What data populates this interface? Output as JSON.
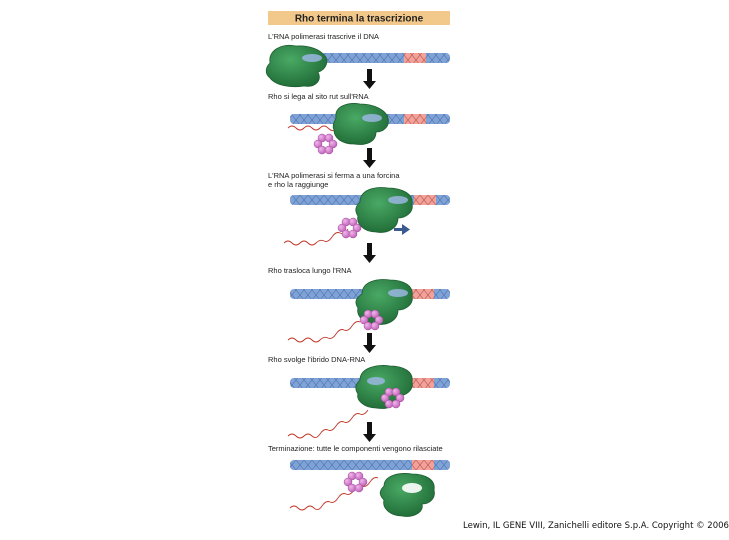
{
  "title": "Rho termina la trascrizione",
  "colors": {
    "header_bg": "#f2c98a",
    "dna": "#7fa3d6",
    "dna_dark": "#5276b0",
    "terminator": "#f0a29b",
    "polymerase": "#2e8b4a",
    "polymerase_dark": "#1d5e30",
    "rho": "#d77fd0",
    "rho_dark": "#a04a9a",
    "rna": "#c0392b",
    "arrow": "#111111",
    "motion_arrow": "#3b5a8f"
  },
  "steps": [
    {
      "caption": "L'RNA polimerasi trascrive il DNA"
    },
    {
      "caption": "Rho si lega al sito rut sull'RNA"
    },
    {
      "caption": "L'RNA polimerasi si ferma a una forcina e rho la raggiunge"
    },
    {
      "caption": "Rho trasloca lungo l'RNA"
    },
    {
      "caption": "Rho svolge l'ibrido DNA-RNA"
    },
    {
      "caption": "Terminazione: tutte le componenti vengono rilasciate"
    }
  ],
  "credit": "Lewin, IL GENE VIII, Zanichelli editore S.p.A. Copyright © 2006"
}
